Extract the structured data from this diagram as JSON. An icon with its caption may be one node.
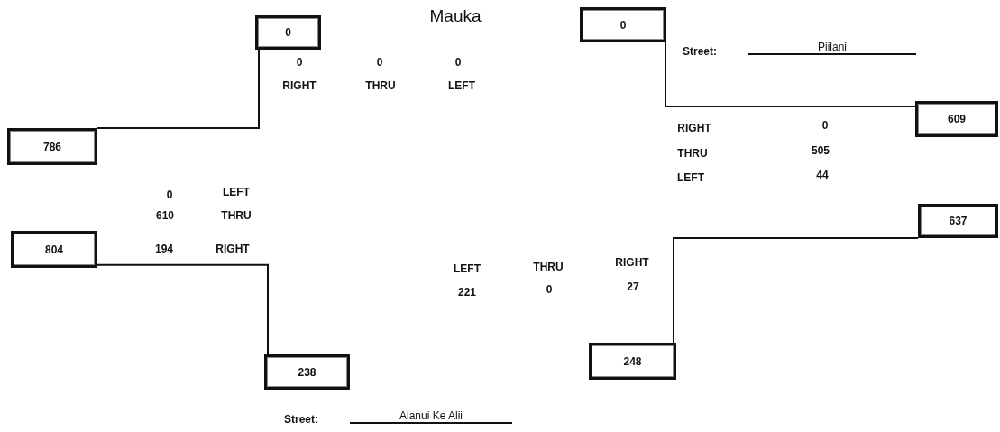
{
  "diagram": {
    "nodes": [
      {
        "text": [
          "0"
        ]
      },
      {
        "text": [
          "0"
        ]
      },
      {
        "text": [
          "786"
        ]
      },
      {
        "text": [
          "609"
        ]
      },
      {
        "text": [
          "637"
        ]
      },
      {
        "text": [
          "804"
        ]
      },
      {
        "text": [
          "238"
        ]
      },
      {
        "text": [
          "248"
        ]
      }
    ],
    "edges": [
      {
        "from": 2,
        "to": 0,
        "arrow": "none"
      },
      {
        "from": 1,
        "to": 3,
        "arrow": "none"
      },
      {
        "from": 5,
        "to": 6,
        "arrow": "none"
      },
      {
        "from": 4,
        "to": 7,
        "arrow": "none"
      }
    ],
    "labels": [
      "Mauka",
      "Street:",
      "Piilani",
      "0",
      "0",
      "0",
      "RIGHT",
      "THRU",
      "LEFT",
      "RIGHT",
      "0",
      "THRU",
      "505",
      "LEFT",
      "44",
      "0",
      "LEFT",
      "610",
      "THRU",
      "194",
      "RIGHT",
      "LEFT",
      "THRU",
      "RIGHT",
      "221",
      "0",
      "27",
      "Street:",
      "Alanui Ke Alii"
    ]
  }
}
